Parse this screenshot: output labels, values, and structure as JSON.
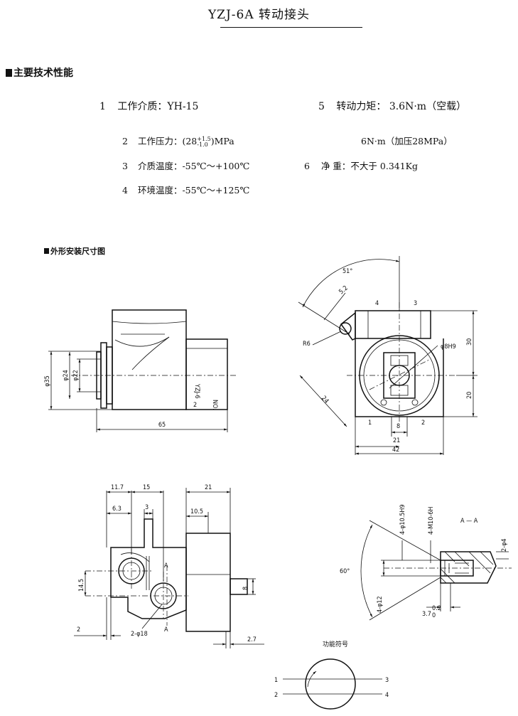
{
  "title": "YZJ-6A  转动接头",
  "specs": {
    "heading": "主要技术性能",
    "item1_num": "1",
    "item1_text": "工作介质：YH-15",
    "item2_num": "2",
    "item2_label": "工作压力：",
    "item2_value": "(28",
    "item2_tol_up": "+1.5",
    "item2_tol_low": "-1.0",
    "item2_unit": ")MPa",
    "item3_num": "3",
    "item3_text": "介质温度：-55℃～+100℃",
    "item4_num": "4",
    "item4_text": "环境温度：-55℃～+125℃",
    "item5_num": "5",
    "item5_text": "转动力矩：  3.6N·m（空载）",
    "item5_text2": "6N·m（加压28MPa）",
    "item6_num": "6",
    "item6_label": "净     重：",
    "item6_value": "不大于 0.341Kg"
  },
  "drawing": {
    "heading": "外形安装尺寸图",
    "side_view": {
      "dims": [
        "φ35",
        "φ24",
        "φ22",
        "65"
      ],
      "marking": [
        "YZJ-6",
        "2",
        "NO."
      ]
    },
    "front_view": {
      "dims": [
        "51°",
        "5.2",
        "R6",
        "24",
        "30",
        "20",
        "21",
        "42",
        "8",
        "φ8H9"
      ],
      "ports": [
        "4",
        "3",
        "1",
        "2"
      ]
    },
    "bottom_view": {
      "dims": [
        "11.7",
        "15",
        "21",
        "6.3",
        "3",
        "10.5",
        "14.5",
        "8",
        "2",
        "2.7",
        "2-φ18"
      ],
      "section_marks": [
        "A",
        "A"
      ]
    },
    "section_view": {
      "title": "A — A",
      "dims": [
        "4-φ10.5H9",
        "4-M10-6H",
        "60°",
        "2-φ4",
        "4-φ12",
        "3.7"
      ],
      "tol_up": "0.2",
      "tol_low": "0"
    },
    "symbol": {
      "title": "功能符号",
      "ports_left": [
        "1",
        "2"
      ],
      "ports_right": [
        "3",
        "4"
      ]
    }
  }
}
